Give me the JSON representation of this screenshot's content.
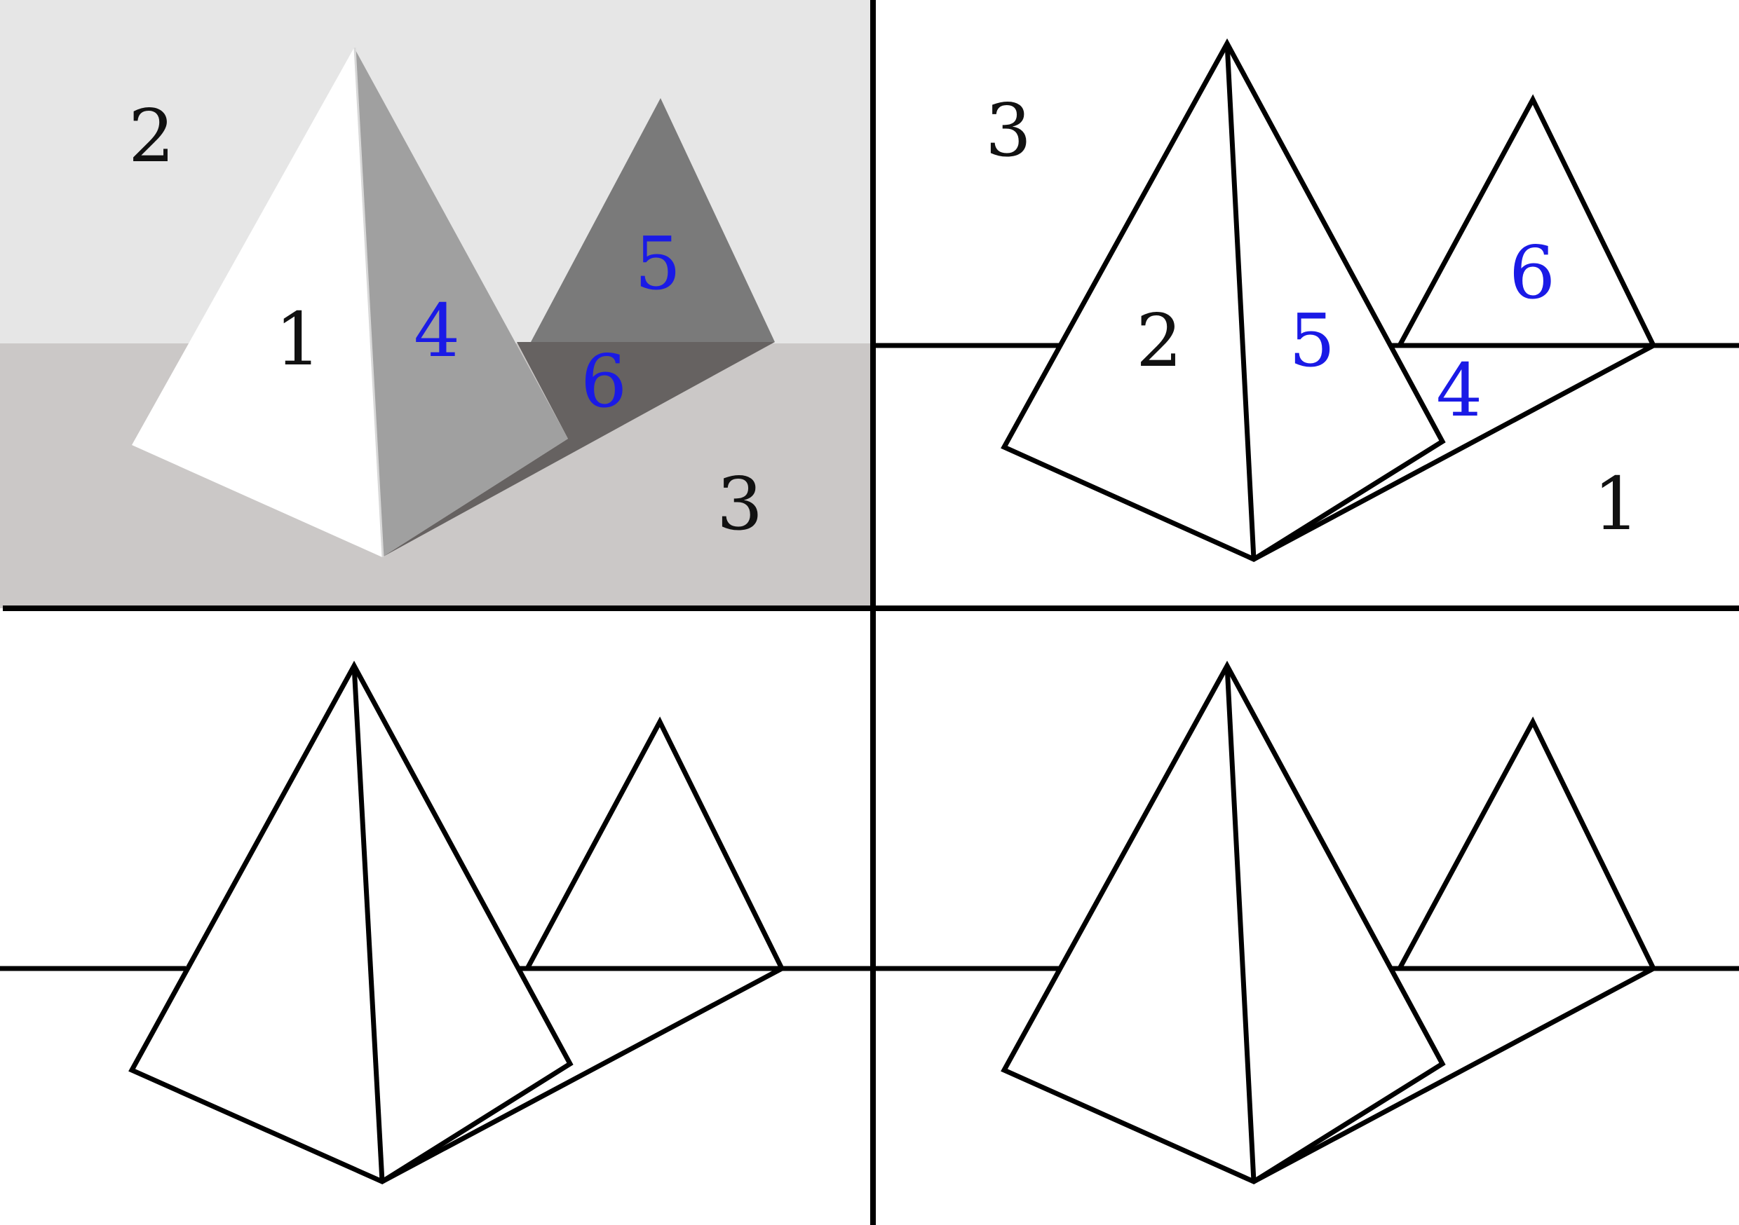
{
  "colors": {
    "black_label": "#111111",
    "blue_label": "#1a1ae6",
    "upper_background": "#e6e6e6",
    "lower_background": "#cbc8c7",
    "left_face": "#ffffff",
    "right_face": "#a0a0a0",
    "back_triangle": "#7a7a7a",
    "shadow": "#666261",
    "grid_line": "#000000"
  },
  "panels": {
    "top_left": {
      "labels": {
        "region_upper": "2",
        "face_left": "1",
        "face_right": "4",
        "back_triangle": "5",
        "shadow": "6",
        "region_lower": "3"
      }
    },
    "top_right": {
      "labels": {
        "region_upper": "3",
        "face_left": "2",
        "face_right": "5",
        "back_triangle": "6",
        "shadow": "4",
        "region_lower": "1"
      }
    },
    "bottom_left": {
      "labels": {}
    },
    "bottom_right": {
      "labels": {}
    }
  }
}
